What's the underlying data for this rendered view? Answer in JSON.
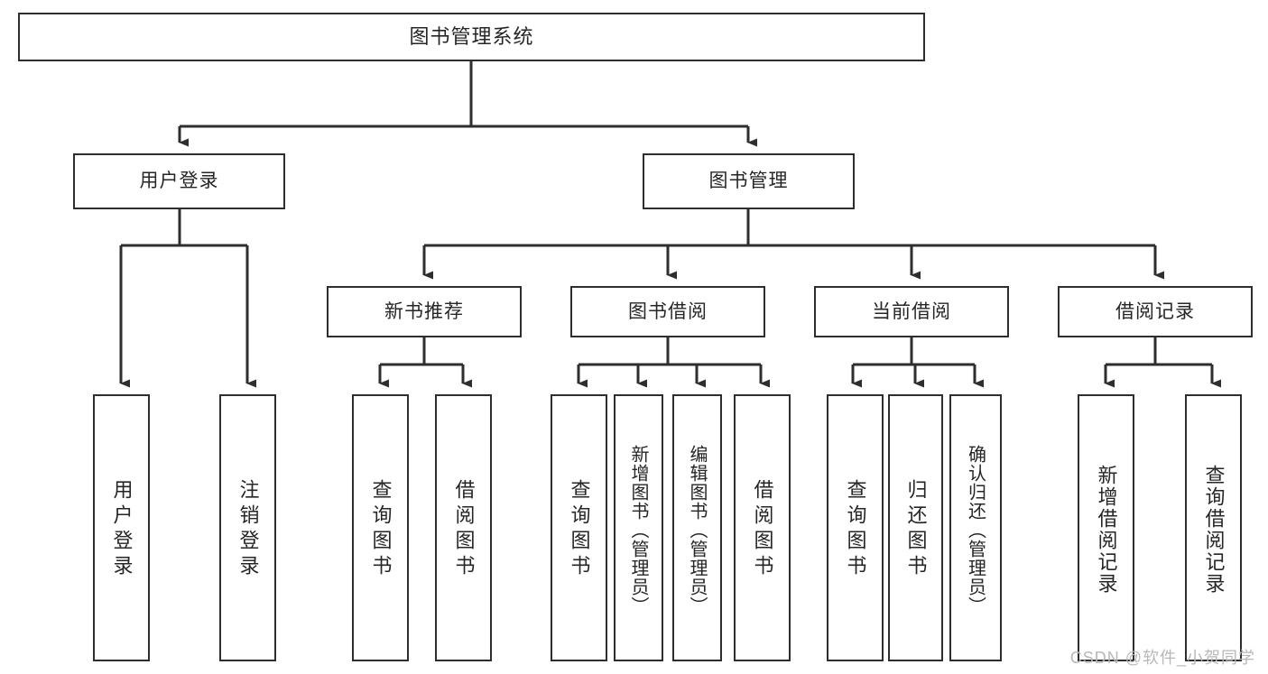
{
  "diagram": {
    "title": "图书管理系统",
    "type": "tree",
    "root": {
      "label": "图书管理系统"
    },
    "level2": [
      {
        "label": "用户登录"
      },
      {
        "label": "图书管理"
      }
    ],
    "level3": [
      {
        "label": "新书推荐"
      },
      {
        "label": "图书借阅"
      },
      {
        "label": "当前借阅"
      },
      {
        "label": "借阅记录"
      }
    ],
    "leaves": {
      "user_login": [
        {
          "label": "用户登录"
        },
        {
          "label": "注销登录"
        }
      ],
      "new_book_recommend": [
        {
          "label": "查询图书"
        },
        {
          "label": "借阅图书"
        }
      ],
      "book_borrow": [
        {
          "label": "查询图书"
        },
        {
          "label": "新增图书（管理员）"
        },
        {
          "label": "编辑图书（管理员）"
        },
        {
          "label": "借阅图书"
        }
      ],
      "current_borrow": [
        {
          "label": "查询图书"
        },
        {
          "label": "归还图书"
        },
        {
          "label": "确认归还（管理员）"
        }
      ],
      "borrow_record": [
        {
          "label": "新增借阅记录"
        },
        {
          "label": "查询借阅记录"
        }
      ]
    }
  },
  "watermark": {
    "text": "CSDN @软件_小贺同学"
  },
  "colors": {
    "stroke": "#2e2e2e",
    "background": "#ffffff",
    "text": "#262626",
    "watermark": "#b8b8b8"
  }
}
